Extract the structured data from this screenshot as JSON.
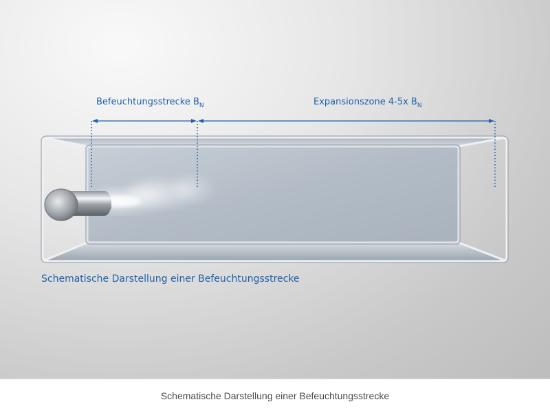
{
  "labels": {
    "humidification_zone": "Befeuchtungsstrecke B",
    "humidification_zone_sub": "N",
    "expansion_zone": "Expansionszone 4-5x B",
    "expansion_zone_sub": "N"
  },
  "diagram_caption": "Schematische Darstellung einer Befeuchtungsstrecke",
  "footer_caption": "Schematische Darstellung einer Befeuchtungsstrecke",
  "colors": {
    "accent": "#1f5fa8",
    "footer_text": "#4a4a4a"
  },
  "icons": [
    "nozzle-pipe-icon",
    "mist-spray-icon",
    "duct-frame-icon"
  ]
}
